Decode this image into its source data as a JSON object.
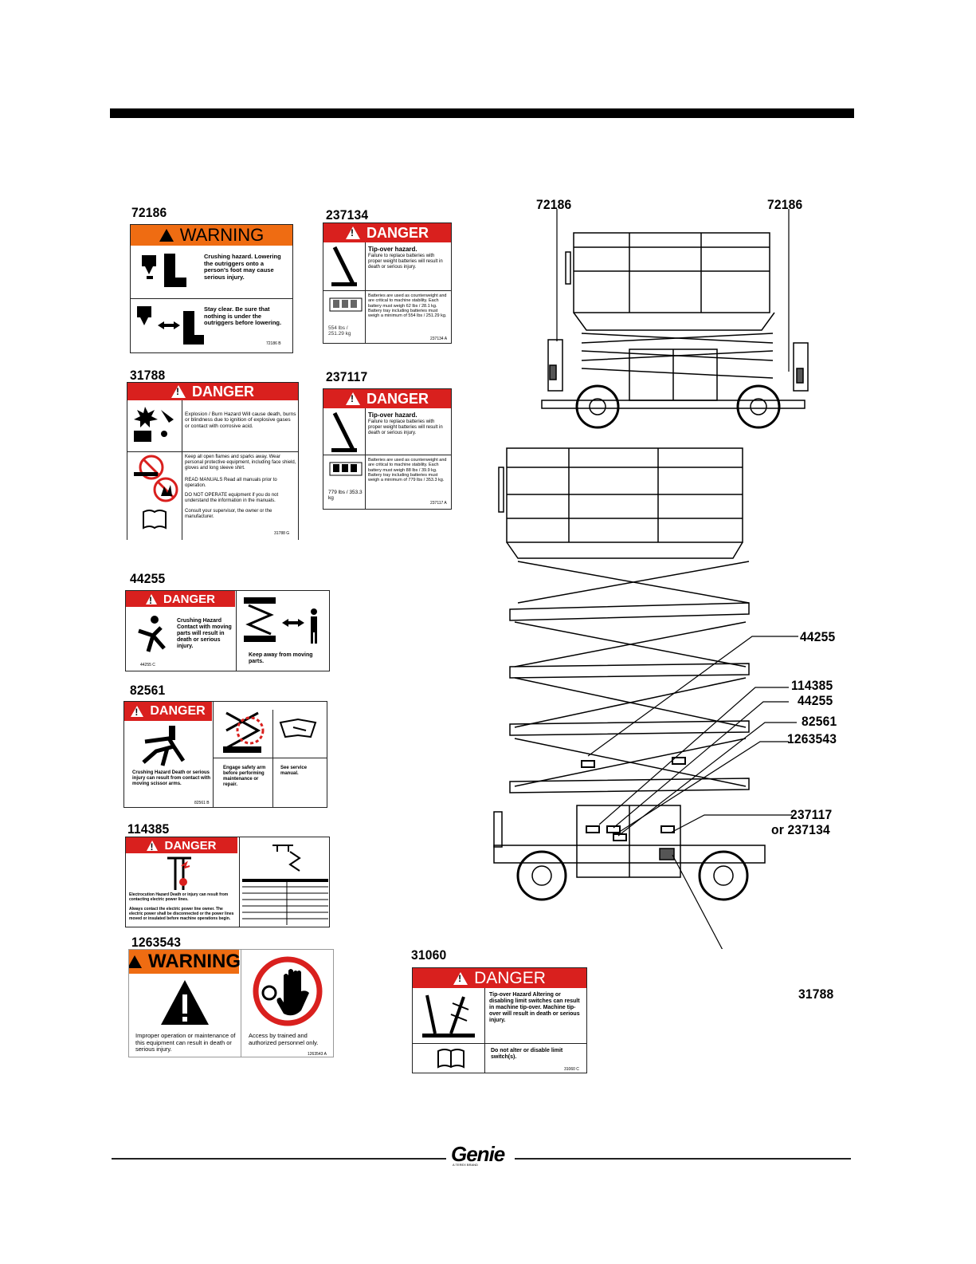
{
  "decals": {
    "d72186": {
      "number": "72186",
      "header": "WARNING",
      "line1": "Crushing hazard. Lowering the outriggers onto a person's foot may cause serious injury.",
      "line2": "Stay clear. Be sure that nothing is under the outriggers before lowering.",
      "code": "72186 B"
    },
    "d237134": {
      "number": "237134",
      "header": "DANGER",
      "title": "Tip-over hazard.",
      "line1": "Failure to replace batteries with proper weight batteries will result in death or serious injury.",
      "line2": "Batteries are used as counterweight and are critical to machine stability. Each battery must weigh 62 lbs / 28.1 kg. Battery tray including batteries must weigh a minimum of 554 lbs / 251.29 kg.",
      "weight": "554 lbs / 251.29 kg",
      "code": "237134 A"
    },
    "d31788": {
      "number": "31788",
      "header": "DANGER",
      "line1": "Explosion / Burn Hazard Will cause death, burns or blindness due to ignition of explosive gases or contact with corrosive acid.",
      "line2": "Keep all open flames and sparks away. Wear personal protective equipment, including face shield, gloves and long sleeve shirt.",
      "line3": "READ MANUALS Read all manuals prior to operation.",
      "line4": "DO NOT OPERATE equipment if you do not understand the information in the manuals.",
      "line5": "Consult your supervisor, the owner or the manufacturer.",
      "code": "31788 G"
    },
    "d237117": {
      "number": "237117",
      "header": "DANGER",
      "title": "Tip-over hazard.",
      "line1": "Failure to replace batteries with proper weight batteries will result in death or serious injury.",
      "line2": "Batteries are used as counterweight and are critical to machine stability. Each battery must weigh 88 lbs / 39.9 kg. Battery tray including batteries must weigh a minimum of 779 lbs / 353.3 kg.",
      "weight": "779 lbs / 353.3 kg",
      "code": "237117 A"
    },
    "d44255": {
      "number": "44255",
      "header": "DANGER",
      "line1": "Crushing Hazard Contact with moving parts will result in death or serious injury.",
      "line2": "Keep away from moving parts.",
      "code": "44255 C"
    },
    "d82561": {
      "number": "82561",
      "header": "DANGER",
      "line1": "Crushing Hazard Death or serious injury can result from contact with moving scissor arms.",
      "line2": "Engage safety arm before performing maintenance or repair.",
      "line3": "See service manual.",
      "code": "82561 B"
    },
    "d114385": {
      "number": "114385",
      "header": "DANGER",
      "line1": "Electrocution Hazard Death or injury can result from contacting electric power lines.",
      "line2": "Always contact the electric power line owner. The electric power shall be disconnected or the power lines moved or insulated before machine operations begin."
    },
    "d1263543": {
      "number": "1263543",
      "header": "WARNING",
      "line1": "Improper operation or maintenance of this equipment can result in death or serious injury.",
      "line2": "Access by trained and authorized personnel only.",
      "code": "1263543 A"
    },
    "d31060": {
      "number": "31060",
      "header": "DANGER",
      "line1": "Tip-over Hazard Altering or disabling limit switches can result in machine tip-over. Machine tip-over will result in death or serious injury.",
      "line2": "Do not alter or disable limit switch(s).",
      "code": "31060 C"
    }
  },
  "callouts": {
    "c72186_left": "72186",
    "c72186_right": "72186",
    "c44255_a": "44255",
    "c114385": "114385",
    "c44255_b": "44255",
    "c82561": "82561",
    "c1263543": "1263543",
    "c237117": "237117",
    "c237134": "or 237134",
    "c31788": "31788"
  },
  "footer": {
    "logo": "Genie",
    "sub": "A TEREX BRAND"
  },
  "colors": {
    "danger_red": "#d9201e",
    "warning_orange": "#ef6c12"
  }
}
